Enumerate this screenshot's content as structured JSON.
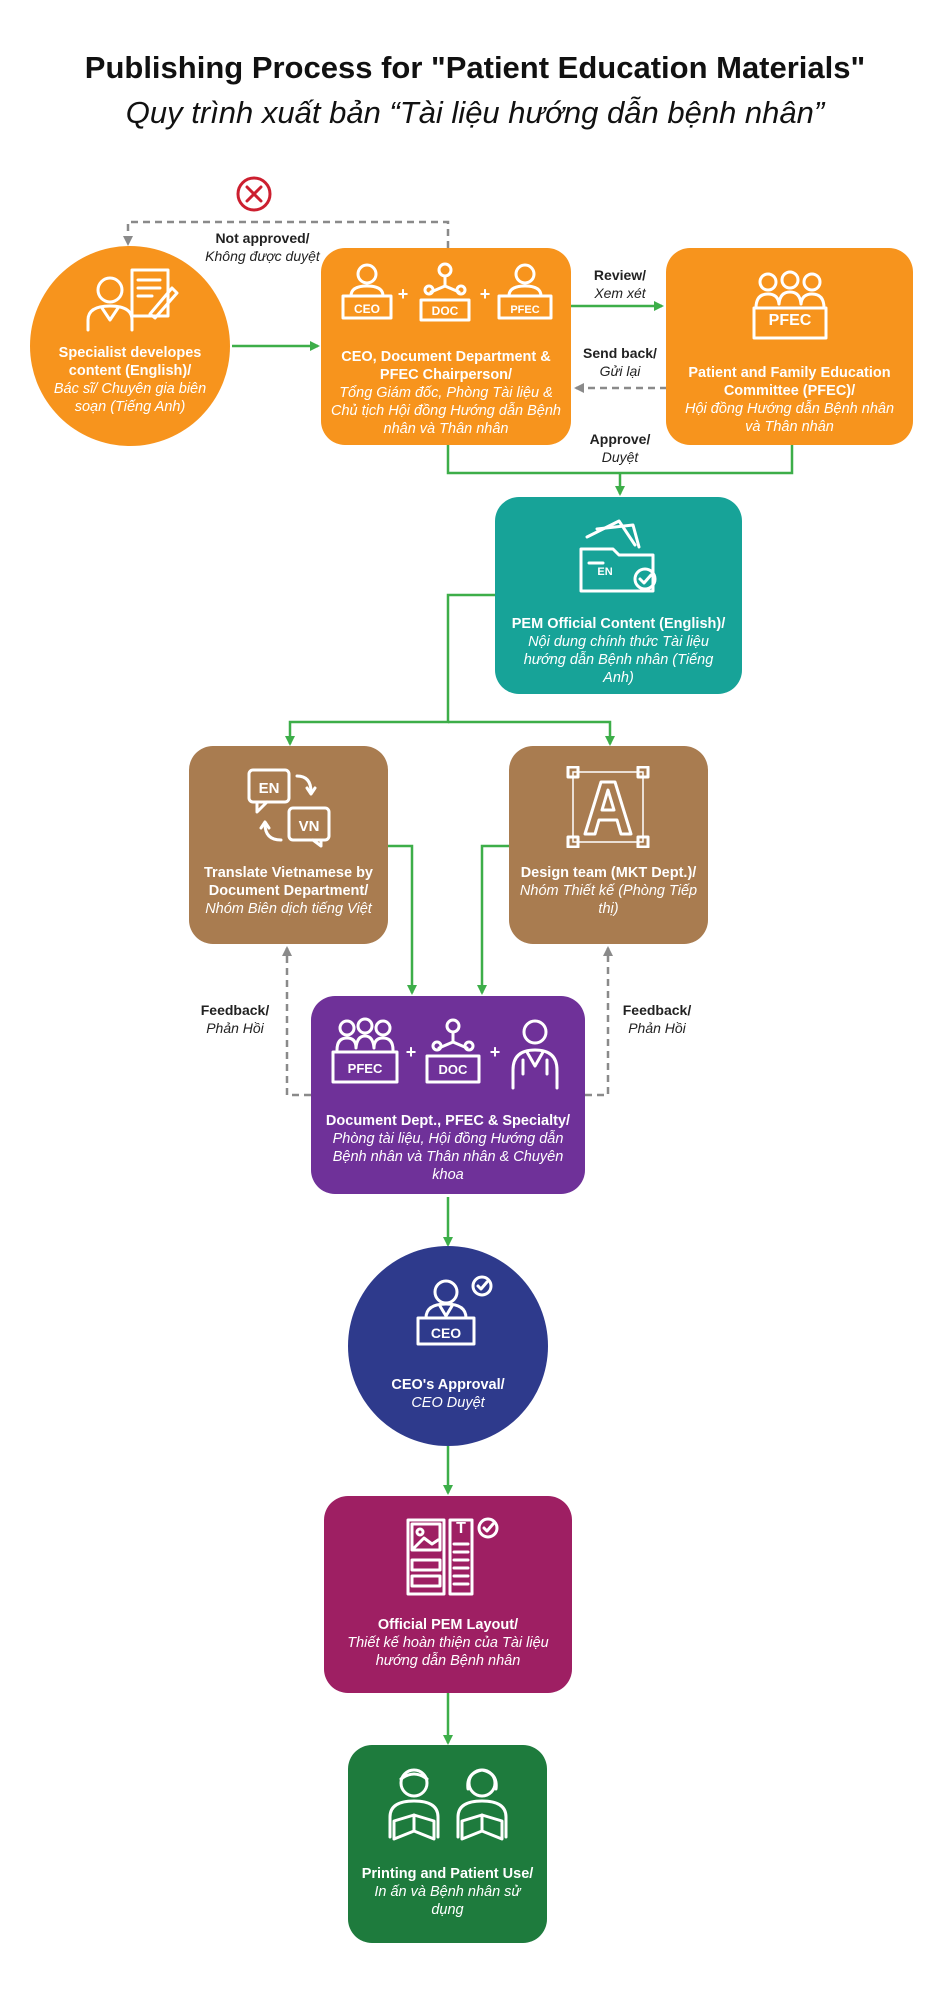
{
  "title_en": "Publishing Process for \"Patient Education Materials\"",
  "title_vi": "Quy trình xuất bản “Tài liệu hướng dẫn bệnh nhân”",
  "colors": {
    "orange": "#f7941d",
    "teal": "#17a398",
    "brown": "#a97c50",
    "purple": "#6f3199",
    "navy": "#2e3a8c",
    "magenta": "#9e1f63",
    "green": "#1e7b3d",
    "arrow": "#3dae49",
    "dashed": "#8a8a8a",
    "reject": "#cc1f2f"
  },
  "nodes": {
    "specialist": {
      "en": "Specialist developes content (English)/",
      "vi": "Bác sĩ/ Chuyên gia biên soạn (Tiếng Anh)"
    },
    "ceo_doc_pfec": {
      "en": "CEO, Document Department & PFEC Chairperson/",
      "vi": "Tổng Giám đốc, Phòng Tài liệu & Chủ tịch Hội đồng Hướng dẫn Bệnh nhân và Thân nhân",
      "badges": [
        "CEO",
        "DOC",
        "PFEC"
      ]
    },
    "pfec_committee": {
      "en": "Patient and Family Education Committee (PFEC)/",
      "vi": "Hội đồng Hướng dẫn Bệnh nhân và Thân nhân",
      "badge": "PFEC"
    },
    "pem_official": {
      "en": "PEM Official Content (English)/",
      "vi": "Nội dung chính thức Tài liệu hướng dẫn Bệnh nhân (Tiếng Anh)",
      "badge": "EN"
    },
    "translate": {
      "en": "Translate Vietnamese by Document Department/",
      "vi": "Nhóm Biên dịch tiếng Việt",
      "badges": [
        "EN",
        "VN"
      ]
    },
    "design": {
      "en": "Design team (MKT Dept.)/",
      "vi": "Nhóm Thiết kế (Phòng Tiếp thị)",
      "badge": "A"
    },
    "review_group": {
      "en": "Document Dept., PFEC & Specialty/",
      "vi": "Phòng tài liệu, Hội đồng Hướng dẫn Bệnh nhân và Thân nhân & Chuyên khoa",
      "badges": [
        "PFEC",
        "DOC"
      ]
    },
    "ceo_approval": {
      "en": "CEO's Approval/",
      "vi": "CEO Duyệt",
      "badge": "CEO"
    },
    "layout": {
      "en": "Official PEM Layout/",
      "vi": "Thiết kế hoàn thiện của Tài liệu hướng dẫn Bệnh nhân",
      "badge": "T"
    },
    "printing": {
      "en": "Printing and Patient Use/",
      "vi": "In ấn và Bệnh nhân sử dụng"
    }
  },
  "edges": {
    "not_approved": {
      "en": "Not approved/",
      "vi": "Không được duyệt"
    },
    "review": {
      "en": "Review/",
      "vi": "Xem xét"
    },
    "send_back": {
      "en": "Send back/",
      "vi": "Gửi lại"
    },
    "approve": {
      "en": "Approve/",
      "vi": "Duyệt"
    },
    "feedback_left": {
      "en": "Feedback/",
      "vi": "Phản Hồi"
    },
    "feedback_right": {
      "en": "Feedback/",
      "vi": "Phản Hồi"
    }
  },
  "icons": {
    "reject": "x-circle-icon",
    "plus": "plus-icon"
  }
}
